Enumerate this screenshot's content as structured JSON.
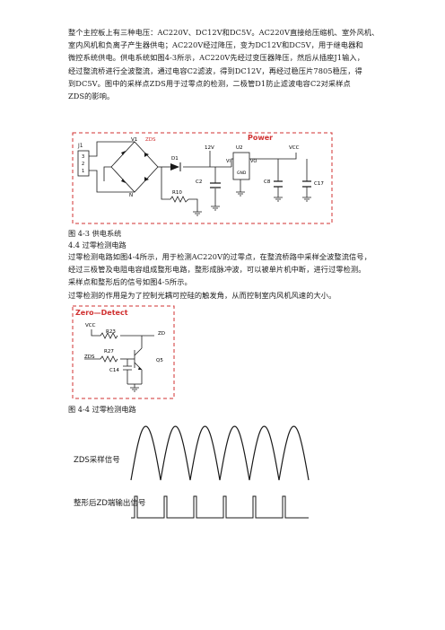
{
  "intro_lines": [
    "整个主控板上有三种电压：AC220V、DC12V和DC5V。AC220V直接给压缩机、室外风机、",
    "室内风机和负离子产生器供电；AC220V经过降压，变为DC12V和DC5V，用于继电器和",
    "微控系统供电。供电系统如图4-3所示，AC220V先经过变压器降压，然后从插座J1输入，",
    "经过整流桥进行全波整流，通过电容C2滤波，得到DC12V，再经过稳压片7805稳压，得",
    "到DC5V。图中的采样点ZDS用于过零点的检测，二极管D1防止滤波电容C2对采样点",
    "ZDS的影响。"
  ],
  "power_figure": {
    "title": "Power",
    "labels": {
      "j1": "J1",
      "pin3": "3",
      "pin2": "2",
      "pin1": "1",
      "v1": "V1",
      "zds": "ZDS",
      "d1": "D1",
      "v12": "12V",
      "c2": "C2",
      "u2": "U2",
      "vi": "VI",
      "vo": "VO",
      "gnd": "GND",
      "c8": "C8",
      "c17": "C17",
      "vcc": "VCC",
      "r10": "R10",
      "n": "N"
    }
  },
  "caption1": "图 4-3 供电系统",
  "section_title": "4.4 过零检测电路",
  "zero_lines": [
    "过零检测电路如图4-4所示，用于检测AC220V的过零点，在整流桥路中采样全波整流信号，",
    "经过三极管及电阻电容组成整形电路，整形成脉冲波，可以被单片机中断，进行过零检测。",
    "采样点和整形后的信号如图4-5所示。",
    "过零检测的作用是为了控制光耦可控硅的触发角，从而控制室内风机风速的大小。"
  ],
  "zero_figure": {
    "title": "Zero—Detect",
    "labels": {
      "vcc": "VCC",
      "r23": "R23",
      "zd": "ZD",
      "r27": "R27",
      "zds": "ZDS",
      "c14": "C14",
      "q5": "Q5"
    }
  },
  "caption2": "图 4-4 过零检测电路",
  "wave_figure": {
    "label_top": "ZDS采样信号",
    "label_bottom": "整形后ZD端输出信号"
  }
}
